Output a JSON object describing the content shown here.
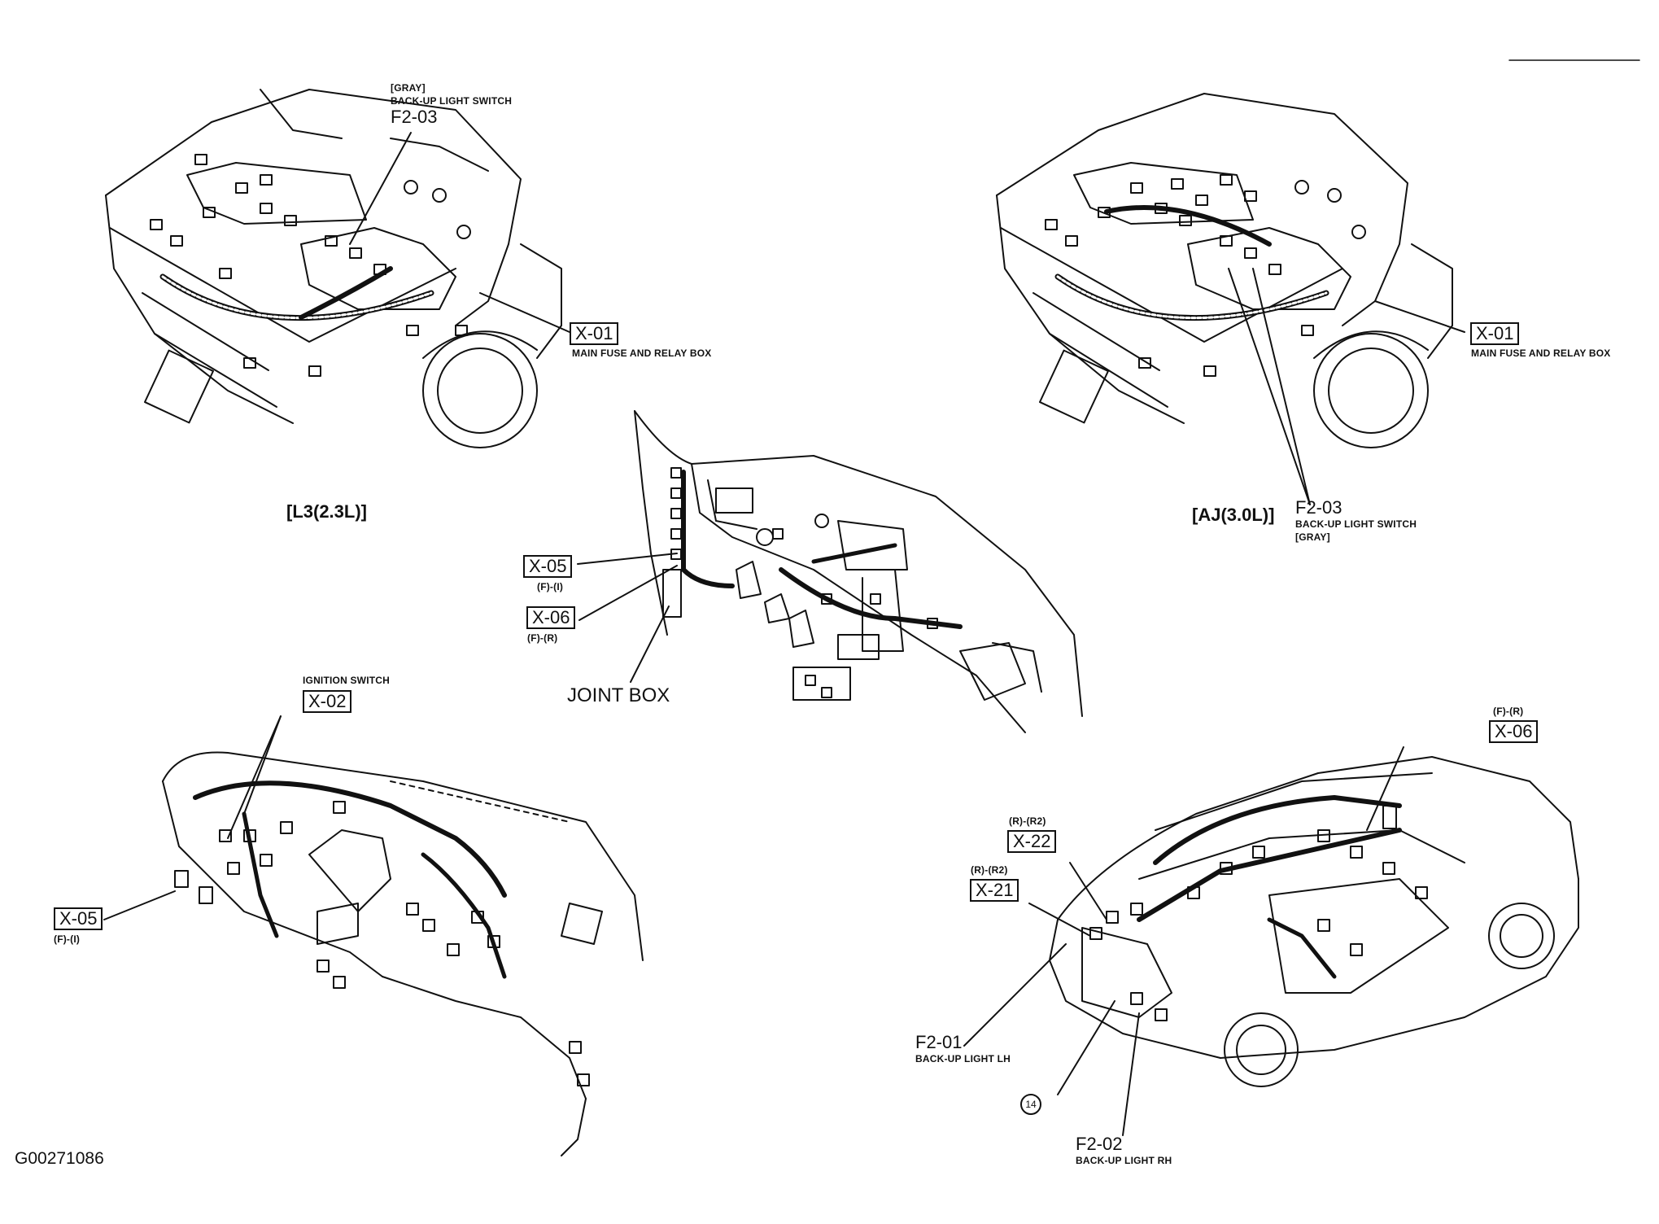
{
  "engine_bay_l3": {
    "variant_label": "[L3(2.3L)]",
    "backup_switch": {
      "color_note": "[GRAY]",
      "name": "BACK-UP LIGHT SWITCH",
      "code": "F2-03"
    },
    "main_fuse": {
      "code": "X-01",
      "name": "MAIN FUSE AND RELAY BOX"
    }
  },
  "engine_bay_aj": {
    "variant_label": "[AJ(3.0L)]",
    "backup_switch": {
      "code": "F2-03",
      "name": "BACK-UP LIGHT SWITCH",
      "color_note": "[GRAY]"
    },
    "main_fuse": {
      "code": "X-01",
      "name": "MAIN FUSE AND RELAY BOX"
    }
  },
  "instrument_center": {
    "x05": {
      "code": "X-05",
      "sub": "(F)-(I)"
    },
    "x06": {
      "code": "X-06",
      "sub": "(F)-(R)"
    },
    "joint_box": "JOINT BOX"
  },
  "dashboard": {
    "ignition": {
      "name": "IGNITION SWITCH",
      "code": "X-02"
    },
    "x05": {
      "code": "X-05",
      "sub": "(F)-(I)"
    }
  },
  "rear_body": {
    "x06": {
      "sub": "(F)-(R)",
      "code": "X-06"
    },
    "x22": {
      "sub": "(R)-(R2)",
      "code": "X-22"
    },
    "x21": {
      "sub": "(R)-(R2)",
      "code": "X-21"
    },
    "f201": {
      "code": "F2-01",
      "name": "BACK-UP LIGHT LH"
    },
    "f202": {
      "code": "F2-02",
      "name": "BACK-UP LIGHT RH"
    },
    "ground_ref": "14"
  },
  "figure_id": "G00271086"
}
